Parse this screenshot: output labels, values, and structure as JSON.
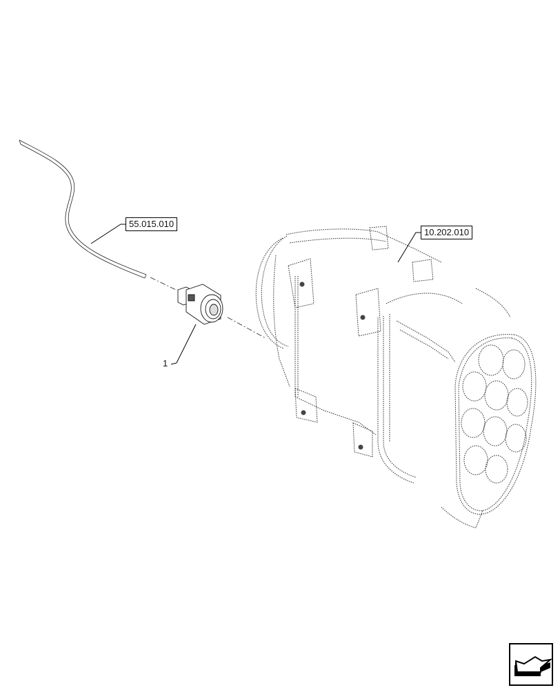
{
  "diagram": {
    "type": "exploded parts diagram",
    "references": [
      {
        "id": "ref-hose",
        "label": "55.015.010",
        "target": "hose / tube"
      },
      {
        "id": "ref-assembly",
        "label": "10.202.010",
        "target": "air filter / precleaner housing assembly"
      }
    ],
    "items": [
      {
        "number": "1",
        "target": "connector / sensor fitting"
      }
    ],
    "navigation": {
      "icon": "back-arrow-icon",
      "direction": "previous"
    },
    "colors": {
      "line": "#000000",
      "background": "#ffffff"
    }
  }
}
